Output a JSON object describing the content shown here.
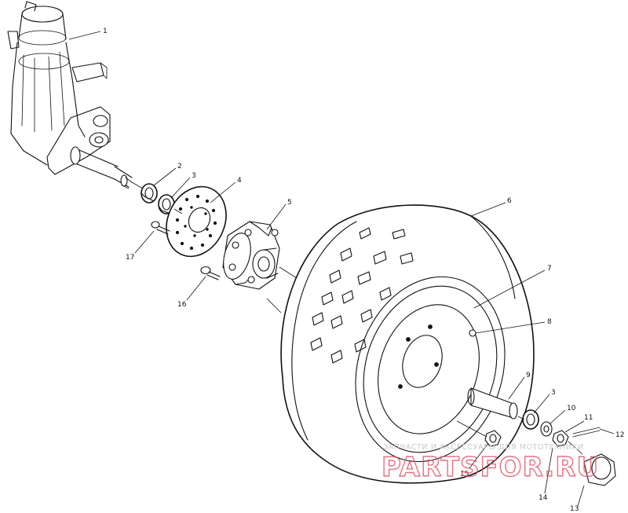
{
  "parts": [
    {
      "id": "p1",
      "label": "1"
    },
    {
      "id": "p2",
      "label": "2"
    },
    {
      "id": "p3a",
      "label": "3"
    },
    {
      "id": "p4",
      "label": "4"
    },
    {
      "id": "p5",
      "label": "5"
    },
    {
      "id": "p6",
      "label": "6"
    },
    {
      "id": "p7",
      "label": "7"
    },
    {
      "id": "p8",
      "label": "8"
    },
    {
      "id": "p9",
      "label": "9"
    },
    {
      "id": "p3b",
      "label": "3"
    },
    {
      "id": "p10",
      "label": "10"
    },
    {
      "id": "p11",
      "label": "11"
    },
    {
      "id": "p12",
      "label": "12"
    },
    {
      "id": "p13",
      "label": "13"
    },
    {
      "id": "p14",
      "label": "14"
    },
    {
      "id": "p15",
      "label": "15"
    },
    {
      "id": "p16",
      "label": "16"
    },
    {
      "id": "p17",
      "label": "17"
    }
  ],
  "watermark": {
    "subtitle": "ЗАПЧАСТИ И АКСЕССУАРЫ ДЛЯ МОТОТЕХНИКИ",
    "logo": "PARTSFOR.RU",
    "logo_color": "#e05a6a"
  }
}
